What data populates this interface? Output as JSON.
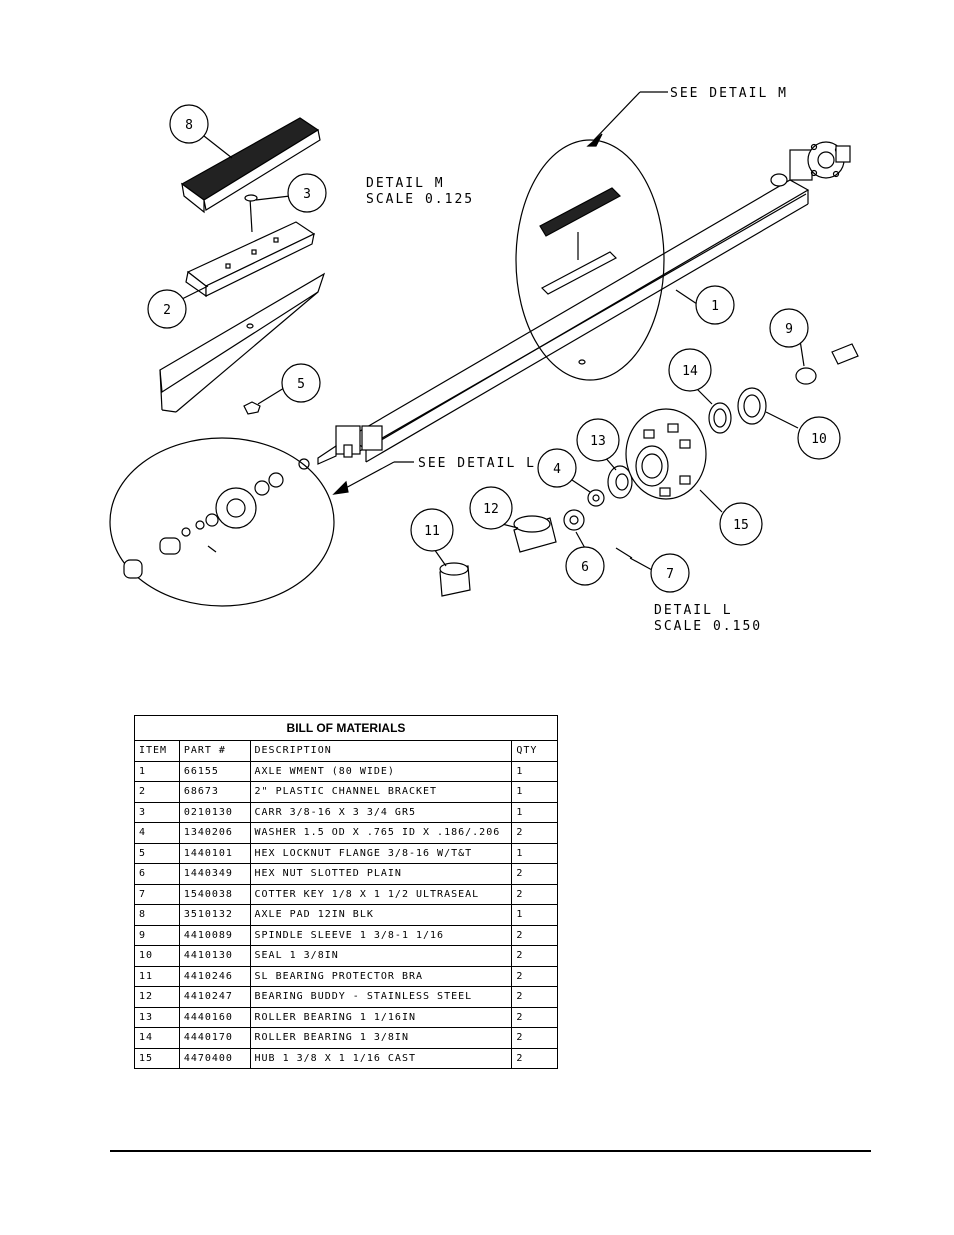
{
  "drawing": {
    "callouts": [
      "1",
      "2",
      "3",
      "4",
      "5",
      "6",
      "7",
      "8",
      "9",
      "10",
      "11",
      "12",
      "13",
      "14",
      "15"
    ],
    "see_detail_m": "SEE DETAIL  M",
    "see_detail_l": "SEE DETAIL  L",
    "detail_m_title": "DETAIL  M",
    "detail_m_scale": "SCALE  0.125",
    "detail_l_title": "DETAIL  L",
    "detail_l_scale": "SCALE  0.150"
  },
  "bom": {
    "title": "BILL OF MATERIALS",
    "headers": [
      "ITEM",
      "PART #",
      "DESCRIPTION",
      "QTY"
    ],
    "rows": [
      [
        "1",
        "66155",
        "AXLE WMENT (80 WIDE)",
        "1"
      ],
      [
        "2",
        "68673",
        "2\" PLASTIC CHANNEL BRACKET",
        "1"
      ],
      [
        "3",
        "0210130",
        "CARR 3/8-16 X 3 3/4 GR5",
        "1"
      ],
      [
        "4",
        "1340206",
        "WASHER 1.5 OD X .765 ID X .186/.206",
        "2"
      ],
      [
        "5",
        "1440101",
        "HEX LOCKNUT FLANGE 3/8-16 W/T&T",
        "1"
      ],
      [
        "6",
        "1440349",
        "HEX NUT SLOTTED PLAIN",
        "2"
      ],
      [
        "7",
        "1540038",
        "COTTER KEY 1/8 X 1 1/2 ULTRASEAL",
        "2"
      ],
      [
        "8",
        "3510132",
        "AXLE PAD 12IN  BLK",
        "1"
      ],
      [
        "9",
        "4410089",
        "SPINDLE SLEEVE  1 3/8-1 1/16",
        "2"
      ],
      [
        "10",
        "4410130",
        "SEAL  1 3/8IN",
        "2"
      ],
      [
        "11",
        "4410246",
        "SL BEARING PROTECTOR BRA",
        "2"
      ],
      [
        "12",
        "4410247",
        "BEARING BUDDY - STAINLESS STEEL",
        "2"
      ],
      [
        "13",
        "4440160",
        "ROLLER BEARING   1 1/16IN",
        "2"
      ],
      [
        "14",
        "4440170",
        "ROLLER BEARING   1 3/8IN",
        "2"
      ],
      [
        "15",
        "4470400",
        "HUB   1 3/8 X 1 1/16 CAST",
        "2"
      ]
    ]
  }
}
